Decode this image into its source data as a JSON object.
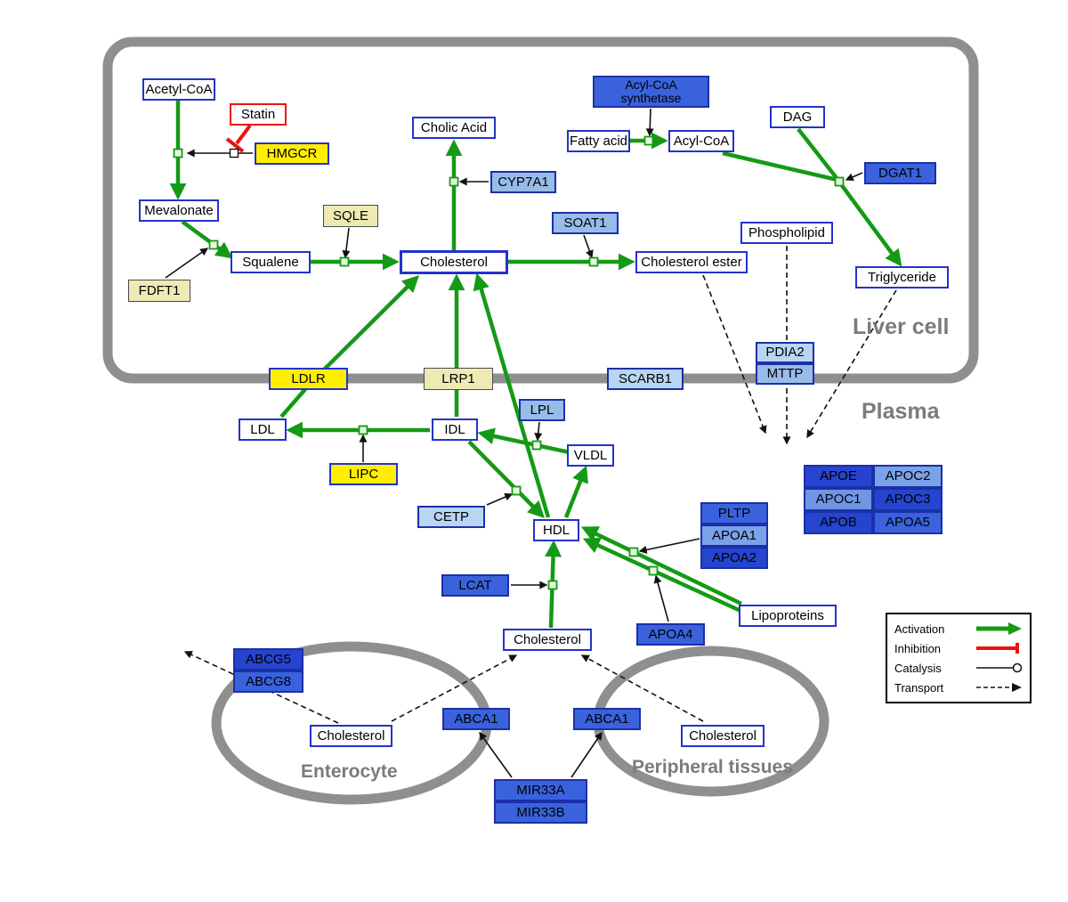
{
  "regions": {
    "liver": "Liver cell",
    "plasma": "Plasma",
    "enterocyte": "Enterocyte",
    "peripheral": "Peripheral tissues"
  },
  "nodes": {
    "acetyl_coa": "Acetyl-CoA",
    "statin": "Statin",
    "hmgcr": "HMGCR",
    "mevalonate": "Mevalonate",
    "fdft1": "FDFT1",
    "squalene": "Squalene",
    "sqle": "SQLE",
    "cholesterol_liver": "Cholesterol",
    "cholic_acid": "Cholic Acid",
    "cyp7a1": "CYP7A1",
    "soat1": "SOAT1",
    "cholesterol_ester": "Cholesterol ester",
    "acyl_coa_synthetase": "Acyl-CoA synthetase",
    "fatty_acid": "Fatty acid",
    "acyl_coa": "Acyl-CoA",
    "dag": "DAG",
    "dgat1": "DGAT1",
    "phospholipid": "Phospholipid",
    "triglyceride": "Triglyceride",
    "pdia2": "PDIA2",
    "mttp": "MTTP",
    "ldlr": "LDLR",
    "lrp1": "LRP1",
    "scarb1": "SCARB1",
    "ldl": "LDL",
    "idl": "IDL",
    "lpl": "LPL",
    "vldl": "VLDL",
    "lipc": "LIPC",
    "cetp": "CETP",
    "hdl": "HDL",
    "pltp": "PLTP",
    "apoa1": "APOA1",
    "apoa2": "APOA2",
    "lcat": "LCAT",
    "apoa4": "APOA4",
    "lipoproteins": "Lipoproteins",
    "apoe": "APOE",
    "apoc2": "APOC2",
    "apoc1": "APOC1",
    "apoc3": "APOC3",
    "apob": "APOB",
    "apoa5": "APOA5",
    "cholesterol_plasma": "Cholesterol",
    "abcg5": "ABCG5",
    "abcg8": "ABCG8",
    "cholesterol_enterocyte": "Cholesterol",
    "abca1_left": "ABCA1",
    "abca1_right": "ABCA1",
    "cholesterol_peripheral": "Cholesterol",
    "mir33a": "MIR33A",
    "mir33b": "MIR33B"
  },
  "legend": {
    "activation": "Activation",
    "inhibition": "Inhibition",
    "catalysis": "Catalysis",
    "transport": "Transport"
  },
  "colors": {
    "activation_green": "#149a14",
    "inhibition_red": "#ee1111",
    "metabolite_border_blue": "#2233cc",
    "enzyme_yellow": "#ffee00",
    "enzyme_cream": "#efe9b4",
    "enzyme_light_blue": "#97bce9",
    "enzyme_blue": "#3a62dd",
    "enzyme_dark_blue": "#2544cf",
    "membrane_gray": "#8f8f8f"
  }
}
